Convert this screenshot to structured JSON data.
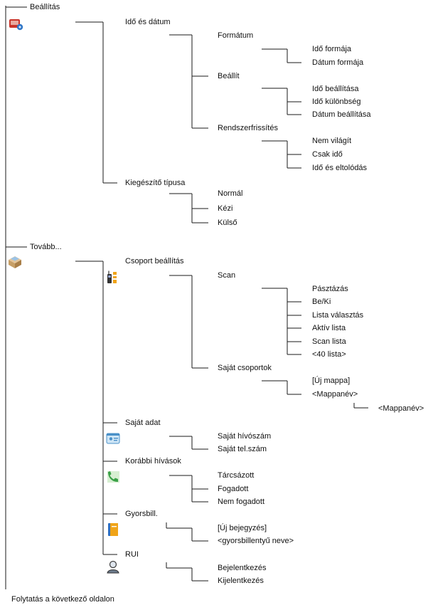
{
  "tree": {
    "settings": {
      "label": "Beállítás",
      "time_date": {
        "label": "Idő és dátum",
        "format": {
          "label": "Formátum",
          "items": [
            "Idő formája",
            "Dátum formája"
          ]
        },
        "set": {
          "label": "Beállít",
          "items": [
            "Idő beállítása",
            "Idő különbség",
            "Dátum beállítása"
          ]
        },
        "sys_update": {
          "label": "Rendszerfrissítés",
          "items": [
            "Nem világít",
            "Csak idő",
            "Idő és eltolódás"
          ]
        }
      },
      "accessory": {
        "label": "Kiegészítő típusa",
        "items": [
          "Normál",
          "Kézi",
          "Külső"
        ]
      }
    },
    "more": {
      "label": "Tovább...",
      "group_settings": {
        "label": "Csoport beállítás",
        "scan": {
          "label": "Scan",
          "items": [
            "Pásztázás",
            "Be/Ki",
            "Lista választás",
            "Aktív lista",
            "Scan lista",
            "<40 lista>"
          ]
        },
        "own_groups": {
          "label": "Saját csoportok",
          "items": [
            "[Új mappa]",
            "<Mappanév>"
          ],
          "sub_item": "<Mappanév>"
        }
      },
      "own_data": {
        "label": "Saját adat",
        "items": [
          "Saját hívószám",
          "Saját tel.szám"
        ]
      },
      "recent_calls": {
        "label": "Korábbi hívások",
        "items": [
          "Tárcsázott",
          "Fogadott",
          "Nem fogadott"
        ]
      },
      "speed_dial": {
        "label": "Gyorsbill.",
        "items": [
          "[Új bejegyzés]",
          "<gyorsbillentyű neve>"
        ]
      },
      "rui": {
        "label": "RUI",
        "items": [
          "Bejelentkezés",
          "Kijelentkezés"
        ]
      }
    }
  },
  "footer": {
    "continue": "Folytatás a következő oldalon"
  },
  "icons": {
    "settings": "settings-icon",
    "more": "box-icon",
    "group_settings": "radio-group-icon",
    "own_data": "id-card-icon",
    "recent_calls": "phone-icon",
    "speed_dial": "book-icon",
    "rui": "user-icon"
  }
}
